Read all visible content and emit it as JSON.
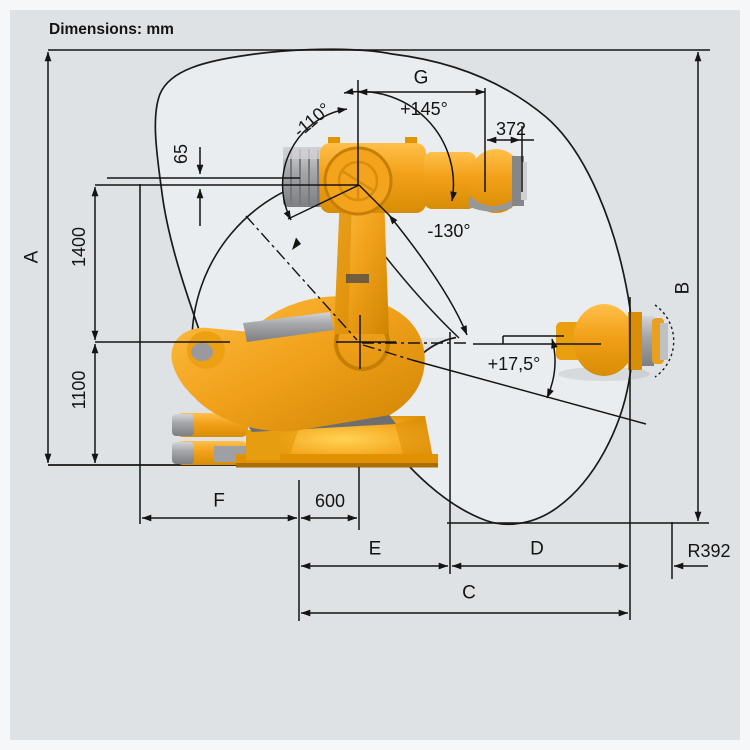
{
  "header": {
    "units_label": "Dimensions: mm"
  },
  "labels": {
    "A": "A",
    "B": "B",
    "C": "C",
    "D": "D",
    "E": "E",
    "F": "F",
    "G": "G",
    "height_1400": "1400",
    "height_1100": "1100",
    "offset_65": "65",
    "reach_372": "372",
    "offset_600": "600",
    "radius_r392": "R392",
    "angle_minus_110": "-110°",
    "angle_plus_145": "+145°",
    "angle_minus_130": "-130°",
    "angle_plus_17_5": "+17,5°"
  },
  "colors": {
    "background": "#dfe2e4",
    "envelope_fill": "#eaedef",
    "line": "#141414",
    "robot_orange": "#f2a019",
    "robot_orange_light": "#ffc74f",
    "robot_orange_dark": "#c07c00",
    "robot_gray": "#a6a7ab"
  }
}
